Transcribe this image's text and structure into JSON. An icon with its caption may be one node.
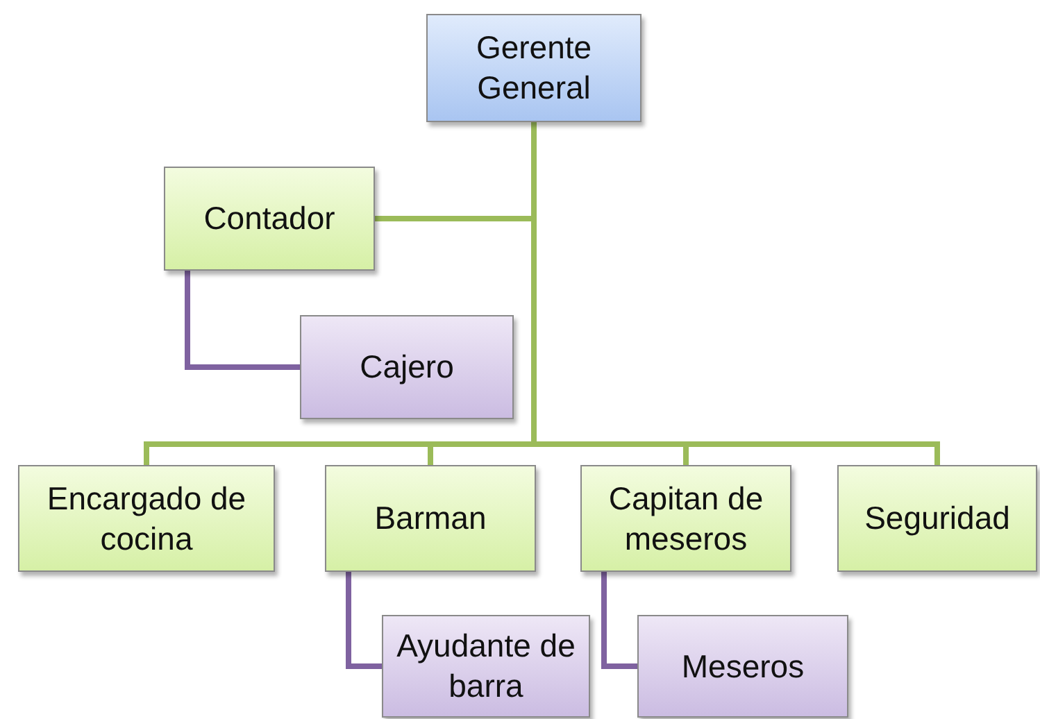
{
  "diagram": {
    "nodes": [
      {
        "text": [
          "Gerente General"
        ]
      },
      {
        "text": [
          "Contador"
        ]
      },
      {
        "text": [
          "Cajero"
        ]
      },
      {
        "text": [
          "Encargado de cocina"
        ]
      },
      {
        "text": [
          "Barman"
        ]
      },
      {
        "text": [
          "Capitan de meseros"
        ]
      },
      {
        "text": [
          "Seguridad"
        ]
      },
      {
        "text": [
          "Ayudante de barra"
        ]
      },
      {
        "text": [
          "Meseros"
        ]
      }
    ],
    "edges": [
      {
        "from": 0,
        "to": 1,
        "arrow": "none"
      },
      {
        "from": 0,
        "to": 3,
        "arrow": "none"
      },
      {
        "from": 0,
        "to": 4,
        "arrow": "none"
      },
      {
        "from": 0,
        "to": 5,
        "arrow": "none"
      },
      {
        "from": 0,
        "to": 6,
        "arrow": "none"
      },
      {
        "from": 1,
        "to": 2,
        "arrow": "none",
        "color": "#7f62a0"
      },
      {
        "from": 4,
        "to": 7,
        "arrow": "none",
        "color": "#7f62a0"
      },
      {
        "from": 5,
        "to": 8,
        "arrow": "none",
        "color": "#7f62a0"
      }
    ]
  }
}
